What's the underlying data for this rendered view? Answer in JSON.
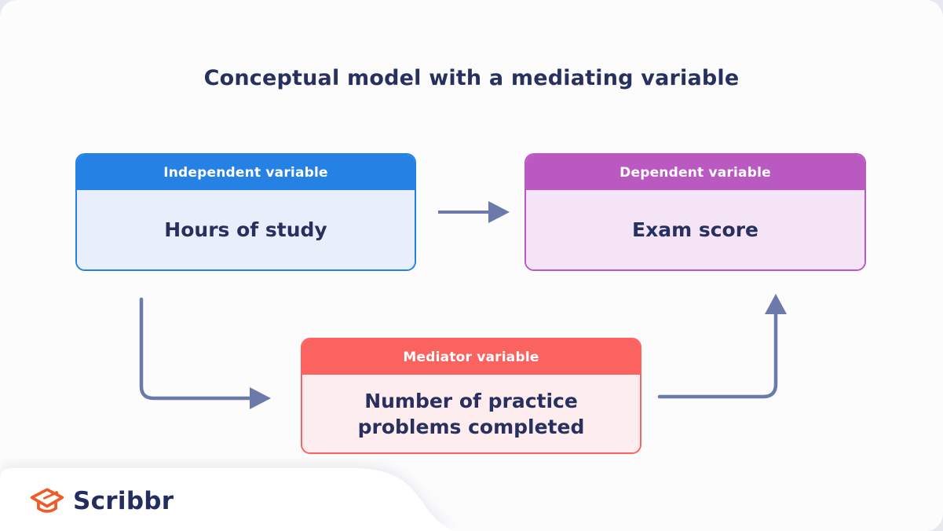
{
  "title": "Conceptual model with a mediating variable",
  "boxes": {
    "independent": {
      "label": "Independent variable",
      "value": "Hours of study"
    },
    "dependent": {
      "label": "Dependent variable",
      "value": "Exam score"
    },
    "mediator": {
      "label": "Mediator variable",
      "value": "Number of practice problems completed"
    }
  },
  "arrows": [
    {
      "name": "independent-to-dependent",
      "from": "independent",
      "to": "dependent",
      "direction": "right"
    },
    {
      "name": "independent-to-mediator",
      "from": "independent",
      "to": "mediator",
      "direction": "down-right"
    },
    {
      "name": "mediator-to-dependent",
      "from": "mediator",
      "to": "dependent",
      "direction": "right-up"
    }
  ],
  "logo": {
    "text": "Scribbr"
  },
  "colors": {
    "outer-bg": "#e7e9f1",
    "canvas-bg": "#fcfcfd",
    "tab-bg": "#ffffff",
    "title-text": "#27305e",
    "header-text": "#ffffff",
    "independent-header": "#2681e4",
    "independent-body": "#e8effa",
    "dependent-header": "#bb59c2",
    "dependent-body": "#f4e4f5",
    "mediator-header": "#fb6361",
    "mediator-body": "#fdedee",
    "arrow": "#6b79ab",
    "logo-orange": "#f05a28",
    "logo-navy": "#232d5e"
  }
}
